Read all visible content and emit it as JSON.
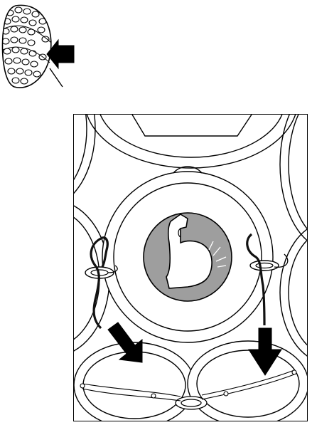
{
  "figure": {
    "overview_icon": "stool-seat-overview-icon",
    "detail_icon": "band-loop-detail",
    "tighten_icon": "flexed-arm-icon",
    "colors": {
      "line": "#000000",
      "fill": "#ffffff",
      "badge": "#9e9e9e",
      "band": "#111111"
    },
    "steps": [
      {
        "name": "pull-left-band-down",
        "direction": "down-right"
      },
      {
        "name": "pull-right-band-down",
        "direction": "down"
      }
    ]
  }
}
